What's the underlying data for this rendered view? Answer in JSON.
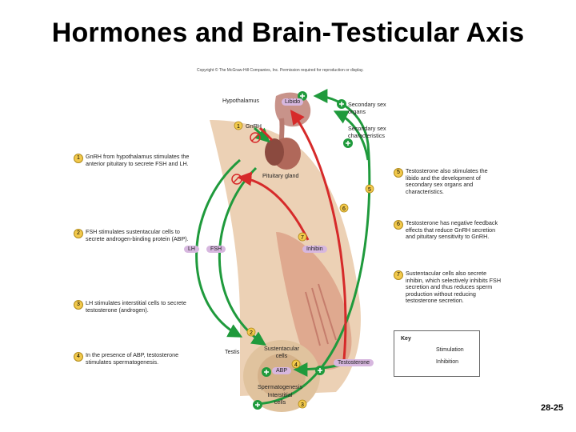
{
  "title": "Hormones and Brain-Testicular Axis",
  "copyright": "Copyright © The McGraw-Hill Companies, Inc. Permission required for reproduction or display.",
  "steps": [
    {
      "num": "1",
      "text": "GnRH from hypothalamus stimulates the anterior pituitary to secrete FSH and LH."
    },
    {
      "num": "2",
      "text": "FSH stimulates sustentacular cells to secrete androgen-binding protein (ABP)."
    },
    {
      "num": "3",
      "text": "LH stimulates interstitial cells to secrete testosterone (androgen)."
    },
    {
      "num": "4",
      "text": "In the presence of ABP, testosterone stimulates spermatogenesis."
    },
    {
      "num": "5",
      "text": "Testosterone also stimulates the libido and the development of secondary sex organs and characteristics."
    },
    {
      "num": "6",
      "text": "Testosterone has negative feedback effects that reduce GnRH secretion and pituitary sensitivity to GnRH."
    },
    {
      "num": "7",
      "text": "Sustentacular cells also secrete inhibin, which selectively inhibits FSH secretion and thus reduces sperm production without reducing testosterone secretion."
    }
  ],
  "labels": {
    "hypothalamus": "Hypothalamus",
    "libido": "Libido",
    "gnrh": "GnRH",
    "pituitary": "Pituitary gland",
    "secondary_organs": "Secondary sex organs",
    "secondary_characteristics": "Secondary sex characteristics",
    "lh": "LH",
    "fsh": "FSH",
    "inhibin": "Inhibin",
    "testis": "Testis",
    "sustentacular": "Sustentacular cells",
    "abp": "ABP",
    "testosterone": "Testosterone",
    "spermatogenesis": "Spermatogenesis",
    "interstitial": "Interstitial cells"
  },
  "key": {
    "title": "Key",
    "stimulation": "Stimulation",
    "inhibition": "Inhibition"
  },
  "colors": {
    "stimulation": "#1f9a3c",
    "inhibition": "#d62a2a",
    "step_badge": "#f2c94c",
    "pill": "#d7b7df",
    "tissue": "#e9c9a8"
  },
  "page_number": "28-25"
}
